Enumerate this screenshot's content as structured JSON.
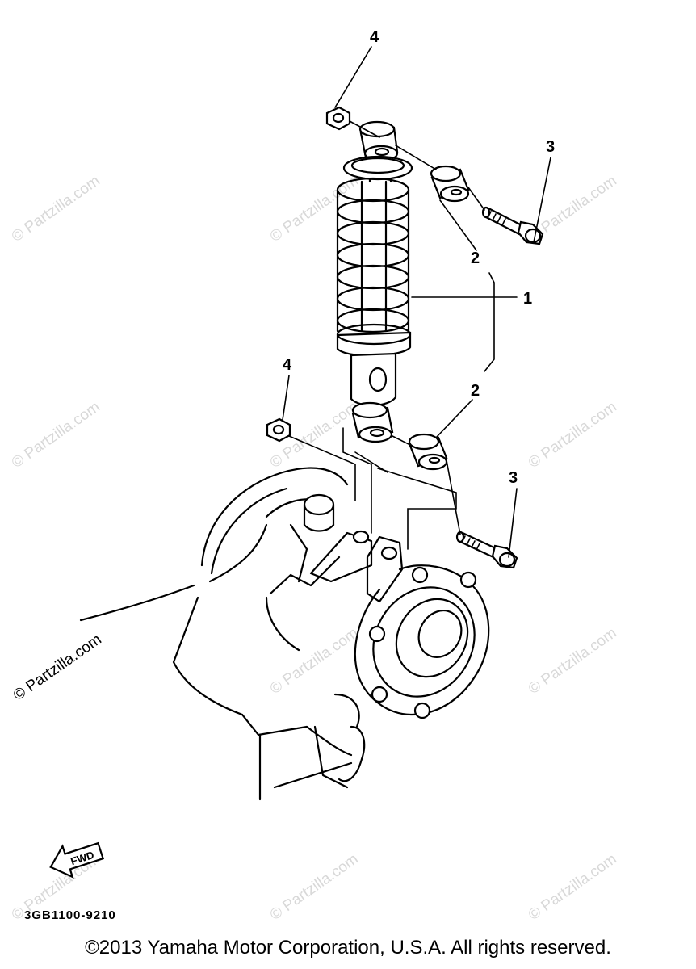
{
  "callouts": {
    "c1": "1",
    "c2a": "2",
    "c2b": "2",
    "c3a": "3",
    "c3b": "3",
    "c4a": "4",
    "c4b": "4"
  },
  "fwd_label": "FWD",
  "drawing_code": "3GB1100-9210",
  "copyright": "©2013 Yamaha Motor Corporation, U.S.A. All rights reserved.",
  "watermark": "© Partzilla.com"
}
